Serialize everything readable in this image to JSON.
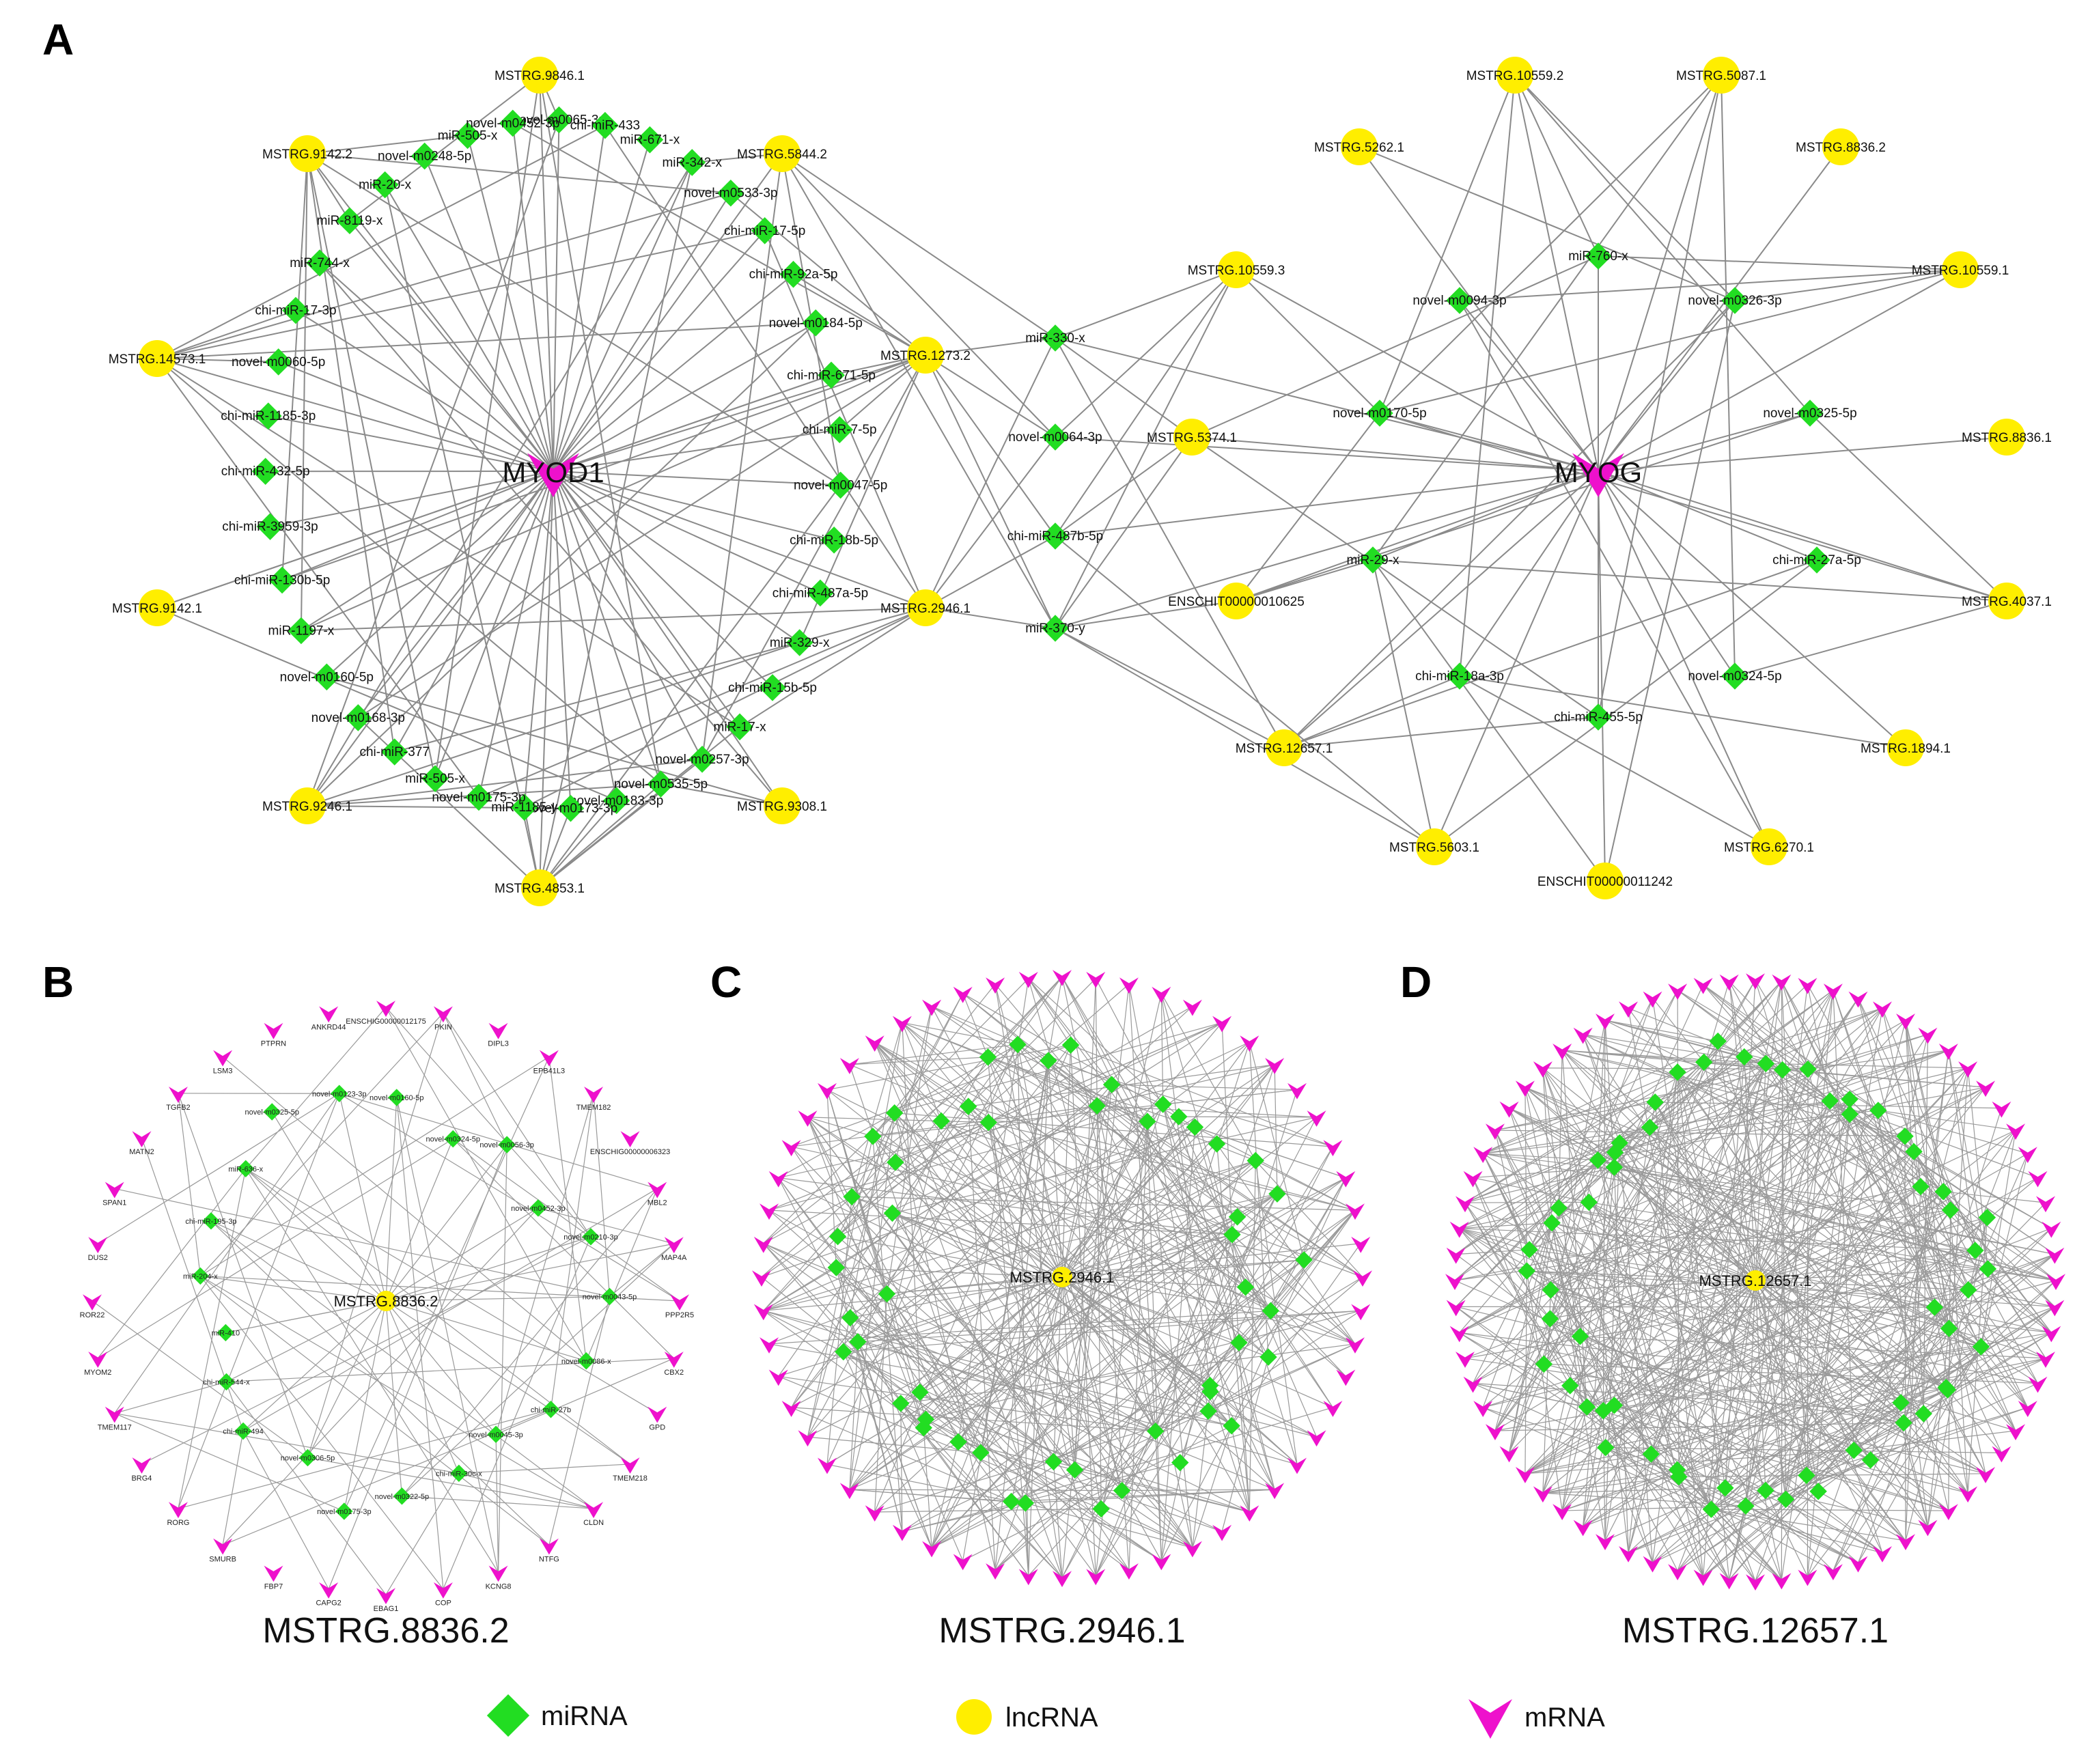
{
  "panels": {
    "A": "A",
    "B": "B",
    "C": "C",
    "D": "D"
  },
  "panelA": {
    "left": {
      "hub": "MYOD1",
      "lncRNAs": [
        "MSTRG.9846.1",
        "MSTRG.5844.2",
        "MSTRG.1273.2",
        "MSTRG.2946.1",
        "MSTRG.9308.1",
        "MSTRG.4853.1",
        "MSTRG.9246.1",
        "MSTRG.9142.1",
        "MSTRG.14573.1",
        "MSTRG.9142.2"
      ],
      "miRNAs": [
        "novel-m0065-3p",
        "chi-miR-433",
        "miR-671-x",
        "miR-342-x",
        "novel-m0533-3p",
        "chi-miR-17-5p",
        "chi-miR-92a-5p",
        "novel-m0184-5p",
        "chi-miR-671-5p",
        "chi-miR-7-5p",
        "novel-m0047-5p",
        "chi-miR-18b-5p",
        "chi-miR-487a-5p",
        "miR-329-x",
        "chi-miR-15b-5p",
        "miR-17-x",
        "novel-m0257-3p",
        "novel-m0535-5p",
        "novel-m0183-3p",
        "novel-m0173-3p",
        "miR-1185-y",
        "novel-m0175-3p",
        "miR-505-x",
        "chi-miR-377",
        "novel-m0168-3p",
        "novel-m0160-5p",
        "miR-1197-x",
        "chi-miR-130b-5p",
        "chi-miR-3959-3p",
        "chi-miR-432-5p",
        "chi-miR-1185-3p",
        "novel-m0060-5p",
        "chi-miR-17-3p",
        "miR-744-x",
        "miR-8119-x",
        "miR-20-x",
        "novel-m0248-5p",
        "miR-505-x",
        "novel-m0452-3p"
      ]
    },
    "right": {
      "hub": "MYOG",
      "lncRNAs": [
        "MSTRG.10559.2",
        "MSTRG.5087.1",
        "MSTRG.5262.1",
        "MSTRG.8836.2",
        "MSTRG.10559.3",
        "MSTRG.10559.1",
        "MSTRG.5374.1",
        "MSTRG.8836.1",
        "ENSCHIT00000010625",
        "MSTRG.4037.1",
        "MSTRG.12657.1",
        "MSTRG.1894.1",
        "MSTRG.5603.1",
        "ENSCHIT00000011242",
        "MSTRG.6270.1"
      ],
      "miRNAs": [
        "miR-760-x",
        "novel-m0094-3p",
        "novel-m0326-3p",
        "novel-m0170-5p",
        "novel-m0325-5p",
        "miR-29-x",
        "chi-miR-27a-5p",
        "chi-miR-18a-3p",
        "novel-m0324-5p",
        "chi-miR-455-5p"
      ]
    },
    "bridge": [
      "miR-330-x",
      "novel-m0064-3p",
      "chi-miR-487b-5p",
      "miR-370-y"
    ]
  },
  "panelB": {
    "center": "MSTRG.8836.2",
    "mRNAs": [
      "ENSCHIG00000012175",
      "PKIN",
      "DIPL3",
      "EPB41L3",
      "TMEM182",
      "ENSCHIG00000006323",
      "MBL2",
      "MAP4A",
      "PPP2R5",
      "CBX2",
      "GPD",
      "TMEM218",
      "CLDN",
      "NTFG",
      "KCNG8",
      "COP",
      "EBAG1",
      "CAPG2",
      "FBP7",
      "SMURB",
      "RORG",
      "BRG4",
      "TMEM117",
      "MYOM2",
      "ROR22",
      "DUS2",
      "SPAN1",
      "MATN2",
      "TGFB2",
      "LSM3",
      "PTPRN",
      "ANKRD44"
    ],
    "miRNAs": [
      "novel-m0160-5p",
      "novel-m0324-5p",
      "novel-m0056-3p",
      "novel-m0452-3p",
      "novel-m0210-3p",
      "novel-m0043-5p",
      "novel-m0086-x",
      "chi-miR-27b",
      "novel-m0045-3p",
      "chi-miR-30c-x",
      "novel-m0322-5p",
      "novel-m0175-3p",
      "novel-m0306-5p",
      "chi-miR-494",
      "chi-miR-544-x",
      "miR-410",
      "miR-204-x",
      "chi-miR-195-3p",
      "miR-636-x",
      "novel-m0325-5p",
      "novel-m0123-3p"
    ]
  },
  "panelC": {
    "center": "MSTRG.2946.1"
  },
  "panelD": {
    "center": "MSTRG.12657.1"
  },
  "captions": {
    "B": "MSTRG.8836.2",
    "C": "MSTRG.2946.1",
    "D": "MSTRG.12657.1"
  },
  "legend": {
    "mirna": "miRNA",
    "lncrna": "lncRNA",
    "mrna": "mRNA"
  },
  "colors": {
    "mirna": "#22dd22",
    "lncrna": "#ffee00",
    "mrna": "#ee11cc",
    "edge": "#8a8a8a"
  }
}
